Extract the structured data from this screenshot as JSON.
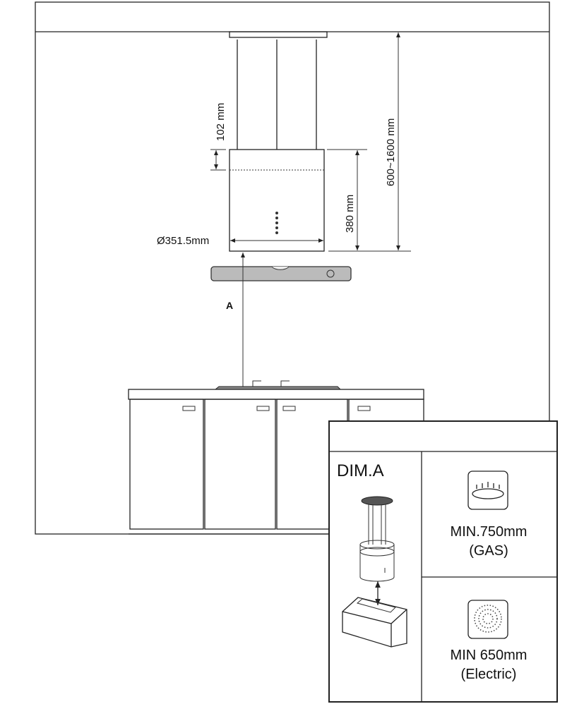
{
  "dimensions": {
    "chimney_overlap": "102 mm",
    "hood_height": "380 mm",
    "total_height_range": "600~1600 mm",
    "diameter": "Ø351.5mm",
    "distance_label": "A"
  },
  "inset": {
    "title": "DIM.A",
    "gas": {
      "line1": "MIN.750mm",
      "line2": "(GAS)",
      "icon": "gas-burner-icon"
    },
    "electric": {
      "line1": "MIN 650mm",
      "line2": "(Electric)",
      "icon": "electric-hob-icon"
    }
  }
}
